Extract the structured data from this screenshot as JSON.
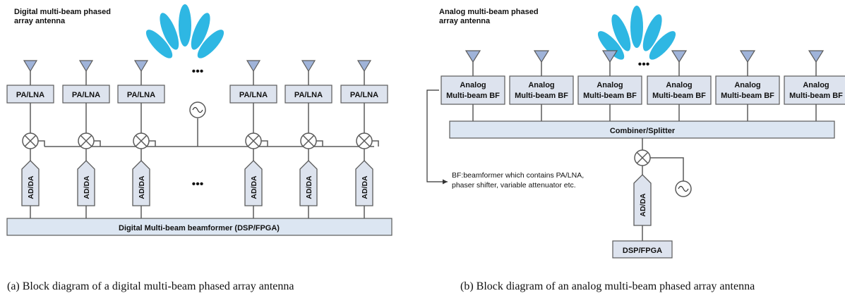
{
  "colors": {
    "box_fill": "#dde3ee",
    "stroke": "#5a5a5a",
    "antenna_fill": "#9fb3d9",
    "beam": "#2eb7e3",
    "bus_fill": "#dce6f2"
  },
  "left": {
    "title_line1": "Digital multi-beam phased",
    "title_line2": "array antenna",
    "palna_label": "PA/LNA",
    "adda_label": "AD/DA",
    "dots": "•••",
    "bus_label": "Digital Multi-beam beamformer  (DSP/FPGA)"
  },
  "right": {
    "title_line1": "Analog multi-beam phased",
    "title_line2": "array antenna",
    "bf_line1": "Analog",
    "bf_line2": "Multi-beam BF",
    "dots": "•••",
    "combiner_label": "Combiner/Splitter",
    "note_line1": "BF:beamformer which contains PA/LNA,",
    "note_line2": "phaser shifter, variable attenuator etc.",
    "adda_label": "AD/DA",
    "dsp_label": "DSP/FPGA"
  },
  "captions": {
    "a": "(a) Block diagram of a digital multi-beam phased array antenna",
    "b": "(b) Block diagram of an analog multi-beam phased array antenna"
  }
}
